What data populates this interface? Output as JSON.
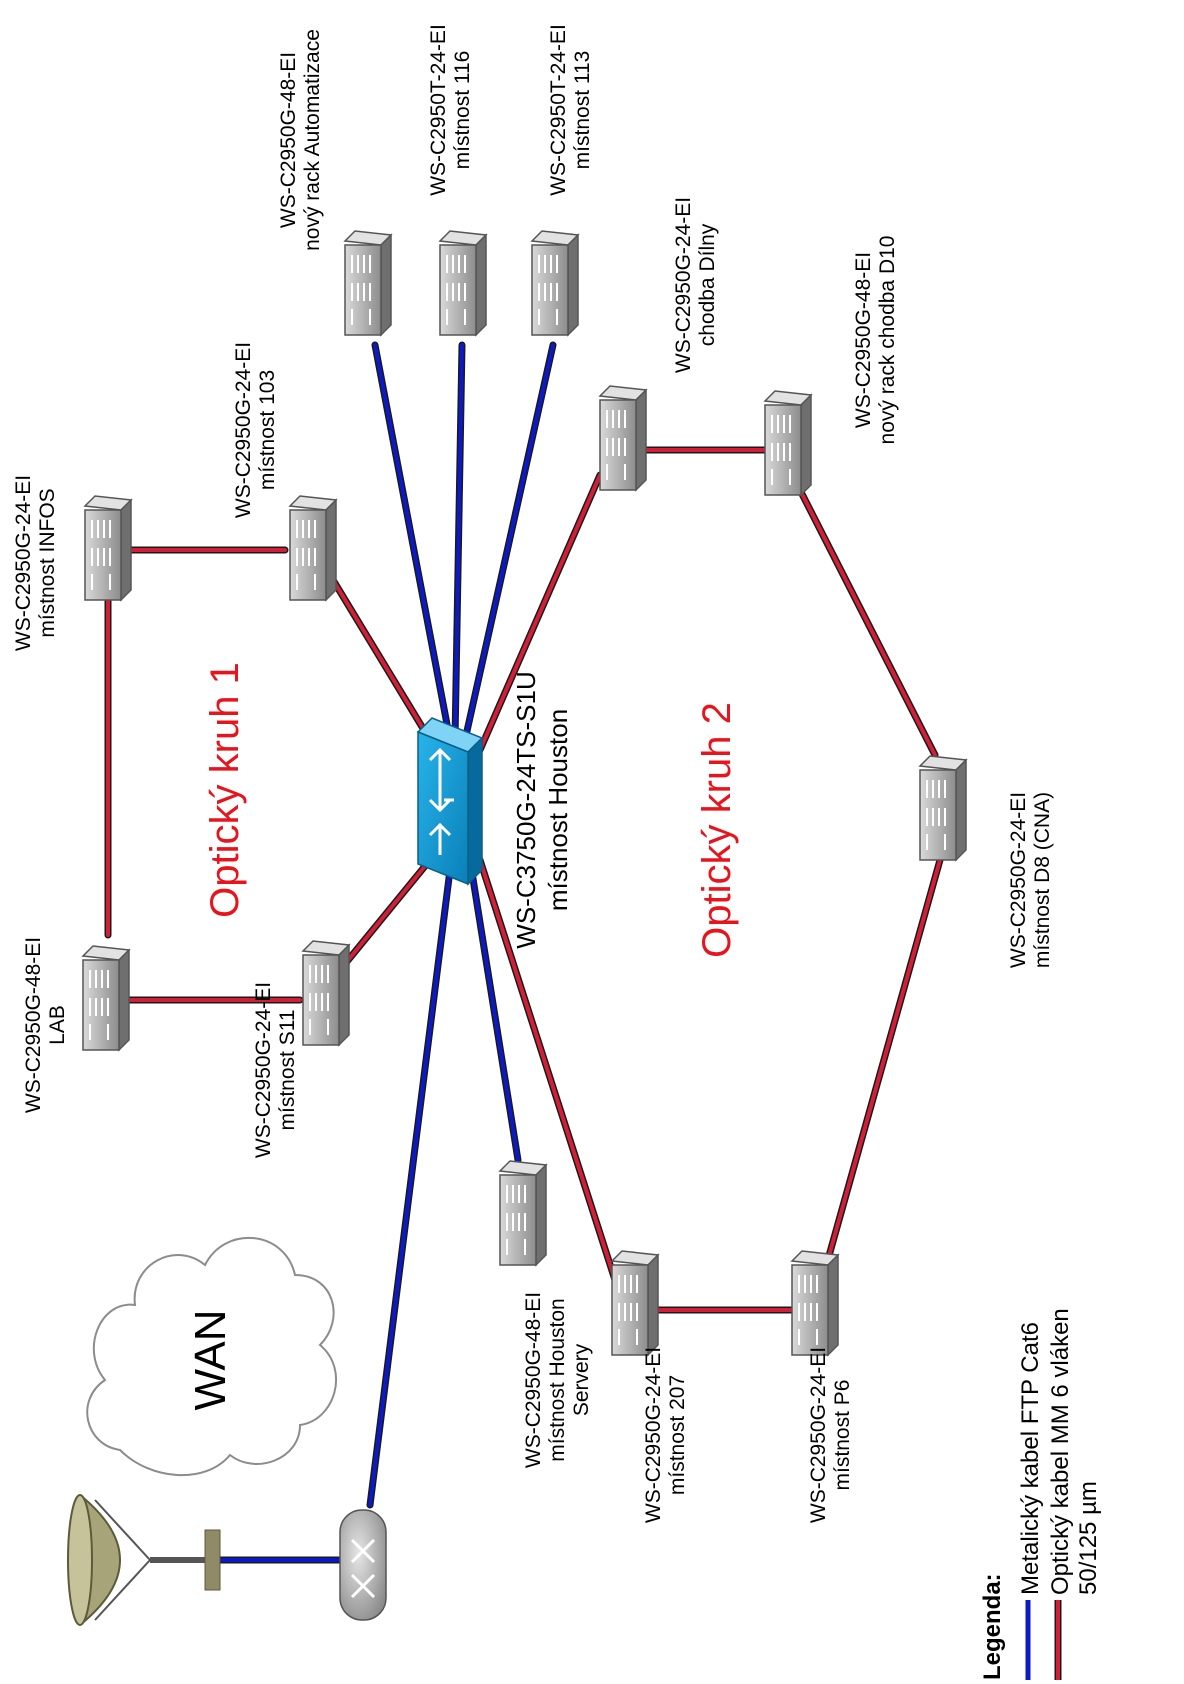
{
  "colors": {
    "copper": "#0c19c8",
    "fiber_outer": "#1a1a1a",
    "fiber_inner": "#d21e36",
    "switch_face": "#a9a9a9",
    "core_switch": "#0b9ad6",
    "ring_text": "#e8141c"
  },
  "core": {
    "model": "WS-C3750G-24TS-S1U",
    "place": "místnost Houston"
  },
  "rings": {
    "ring1": "Optický kruh 1",
    "ring2": "Optický kruh 2"
  },
  "wan": {
    "label": "WAN"
  },
  "switches": {
    "infos": {
      "model": "WS-C2950G-24-EI",
      "place": "místnost INFOS"
    },
    "m103": {
      "model": "WS-C2950G-24-EI",
      "place": "místnost 103"
    },
    "auto": {
      "model": "WS-C2950G-48-EI",
      "place": "nový rack Automatizace"
    },
    "m116": {
      "model": "WS-C2950T-24-EI",
      "place": "místnost 116"
    },
    "m113": {
      "model": "WS-C2950T-24-EI",
      "place": "místnost 113"
    },
    "dilny": {
      "model": "WS-C2950G-24-EI",
      "place": "chodba Dílny"
    },
    "d10": {
      "model": "WS-C2950G-48-EI",
      "place": "nový rack chodba D10"
    },
    "lab": {
      "model": "WS-C2950G-48-EI",
      "place": "LAB"
    },
    "s11": {
      "model": "WS-C2950G-24-EI",
      "place": "místnost S11"
    },
    "d8": {
      "model": "WS-C2950G-24-EI",
      "place": "místnost D8 (CNA)"
    },
    "servery": {
      "model": "WS-C2950G-48-EI",
      "place": "místnost Houston",
      "place2": "Servery"
    },
    "m207": {
      "model": "WS-C2950G-24-EI",
      "place": "místnost 207"
    },
    "p6": {
      "model": "WS-C2950G-24-EI",
      "place": "místnost P6"
    }
  },
  "legend": {
    "title": "Legenda:",
    "copper": "Metalický kabel FTP Cat6",
    "fiber": "Optický kabel MM 6 vláken",
    "fiber2": "50/125 µm"
  }
}
